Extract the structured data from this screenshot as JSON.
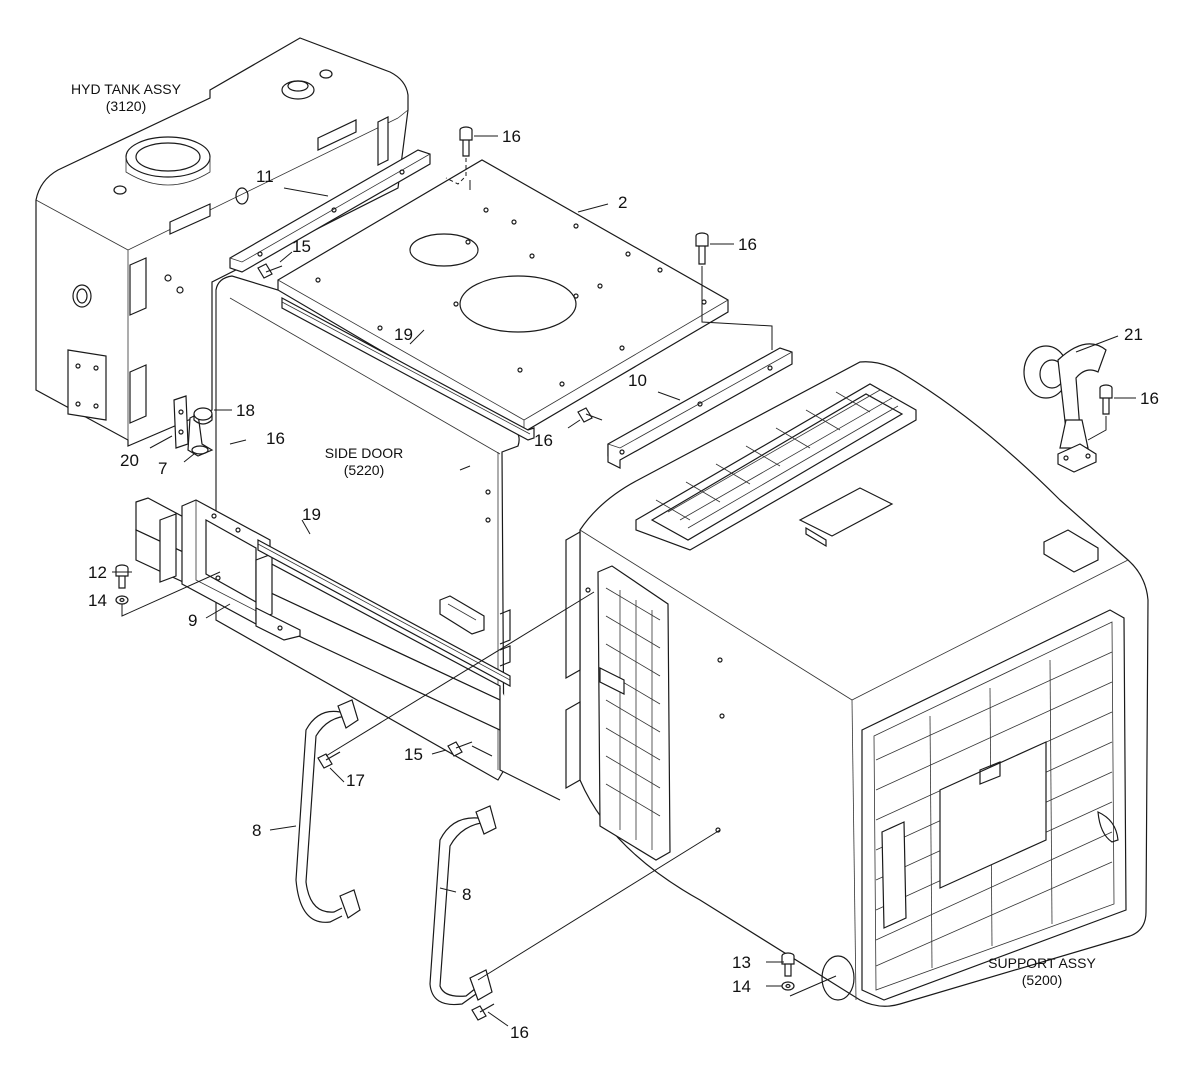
{
  "assemblies": {
    "hyd_tank": {
      "name": "HYD TANK ASSY",
      "code": "(3120)"
    },
    "side_door": {
      "name": "SIDE DOOR",
      "code": "(5220)"
    },
    "support": {
      "name": "SUPPORT ASSY",
      "code": "(5200)"
    }
  },
  "callouts": {
    "c16_top": "16",
    "c2": "2",
    "c11": "11",
    "c15_top": "15",
    "c16_plate": "16",
    "c19_top": "19",
    "c21": "21",
    "c16_right": "16",
    "c10": "10",
    "c18": "18",
    "c16_mid": "16",
    "c16_bracket": "16",
    "c20": "20",
    "c7": "7",
    "c19_mid": "19",
    "c12": "12",
    "c14_left": "14",
    "c9": "9",
    "c17": "17",
    "c15_bot": "15",
    "c8_left": "8",
    "c8_right": "8",
    "c13": "13",
    "c14_bot": "14",
    "c16_bot": "16"
  }
}
